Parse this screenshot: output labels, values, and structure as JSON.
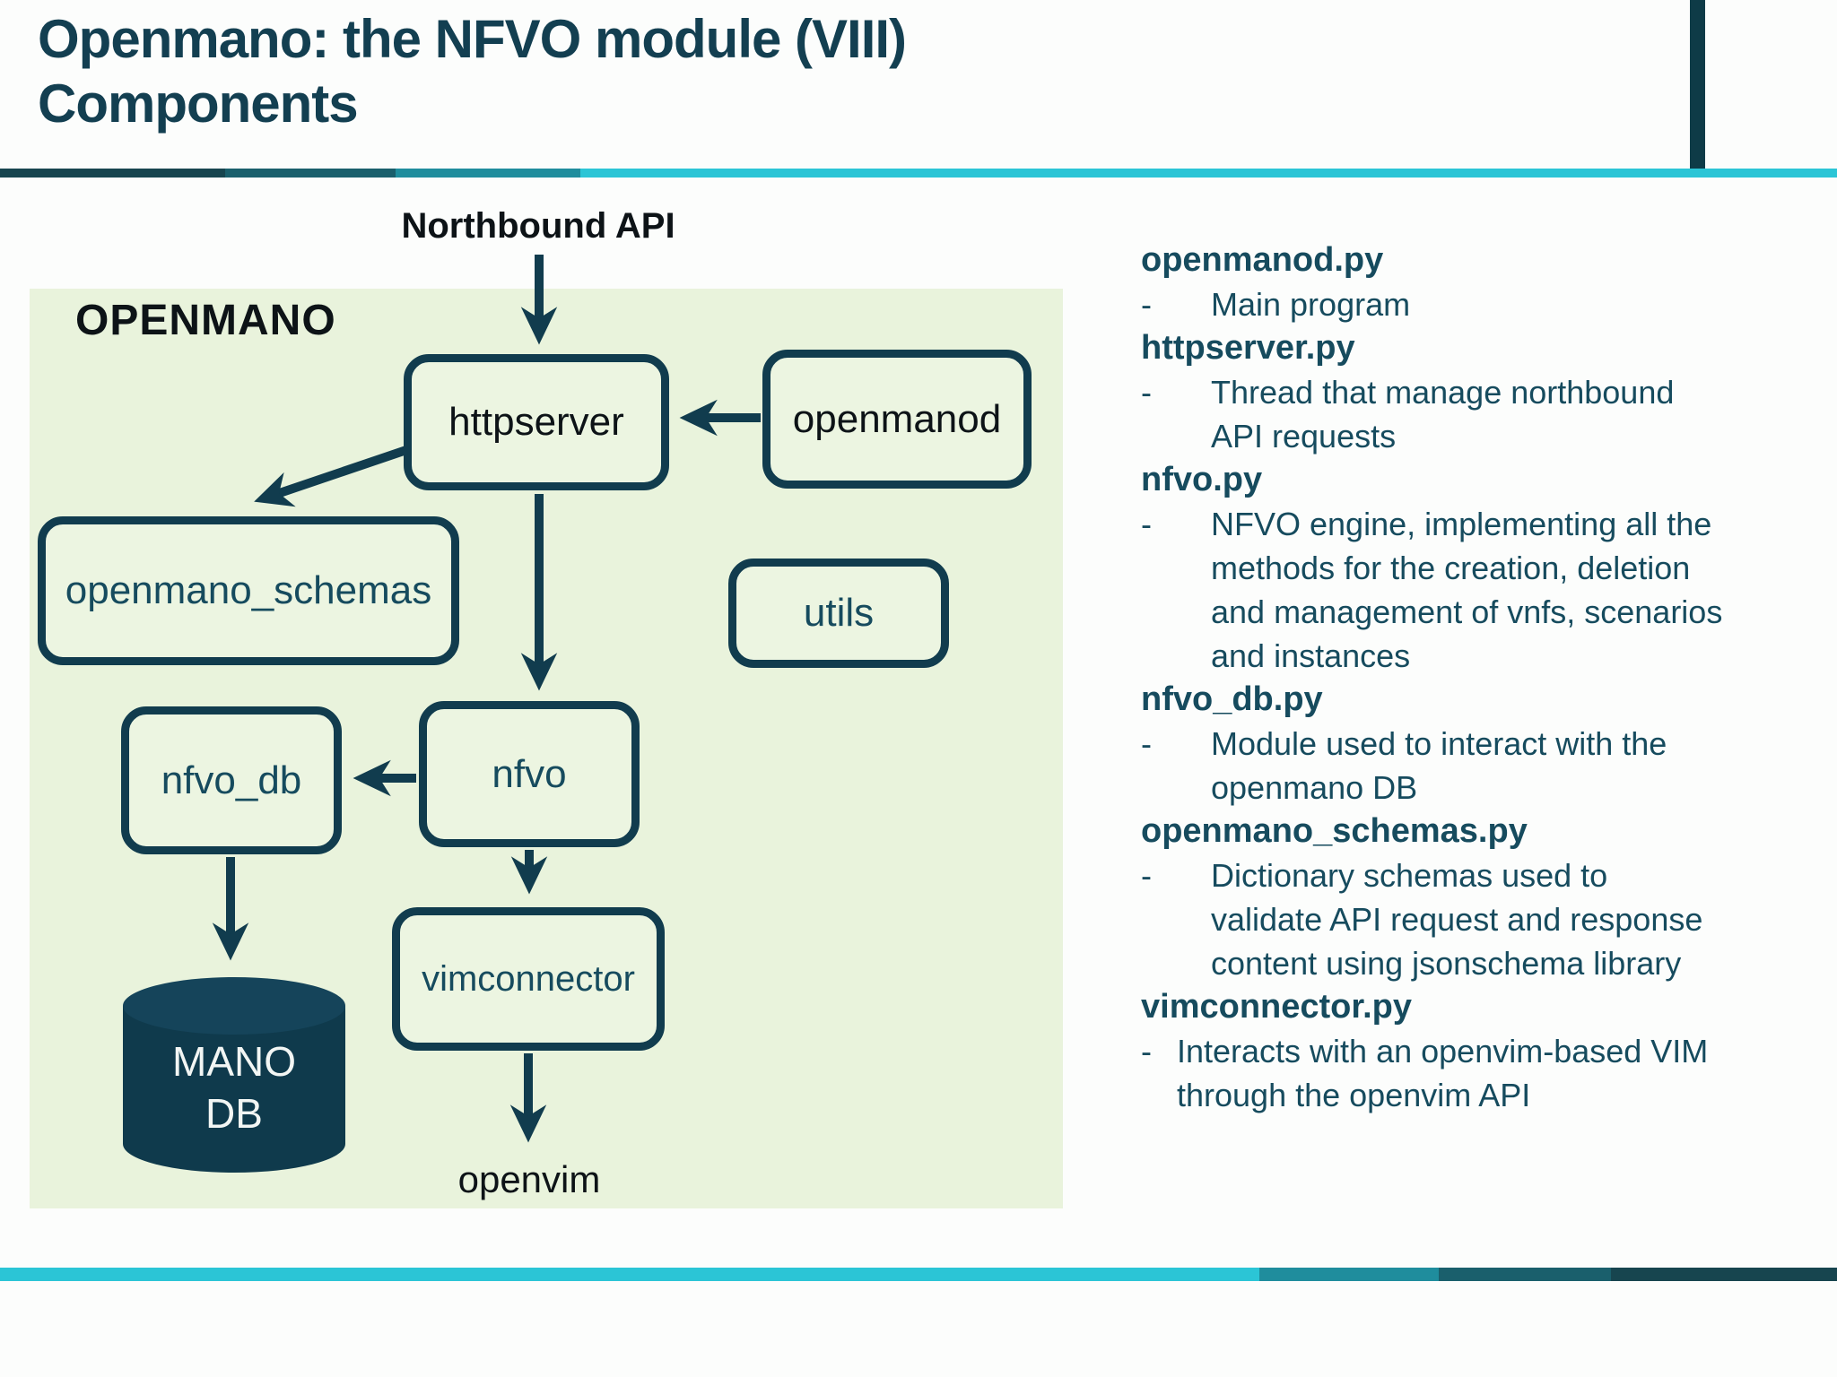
{
  "colors": {
    "ink": "#113c4e",
    "text": "#164b5e",
    "title": "#133f51",
    "panel": "#e9f3dc",
    "box-fill": "#ecf5e1",
    "cyan": "#2bc5d6",
    "teal-mid": "#1f8d9d",
    "teal": "#1a5f6c",
    "teal-dark": "#17454f",
    "accent-bar": "#0e3b47",
    "db-fill": "#0f3a4c",
    "db-top": "#15445a",
    "label-dark": "#0d1317",
    "db-text": "#f2f6f4"
  },
  "header": {
    "title_line1": "Openmano: the NFVO module (VIII)",
    "title_line2": "Components"
  },
  "diagram": {
    "panel_label": "OPENMANO",
    "northbound_label": "Northbound API",
    "openvim_label": "openvim",
    "nodes": {
      "httpserver": "httpserver",
      "openmanod": "openmanod",
      "schemas": "openmano_schemas",
      "utils": "utils",
      "nfvo_db": "nfvo_db",
      "nfvo": "nfvo",
      "vimconnector": "vimconnector"
    },
    "db": {
      "line1": "MANO",
      "line2": "DB"
    }
  },
  "bullet_char": "-",
  "descriptions": [
    {
      "file": "openmanod.py",
      "lines": [
        "Main program"
      ]
    },
    {
      "file": "httpserver.py",
      "lines": [
        "Thread that manage northbound",
        "API requests"
      ]
    },
    {
      "file": "nfvo.py",
      "lines": [
        "NFVO engine, implementing all the",
        "methods for the creation, deletion",
        "and management of vnfs, scenarios",
        "and instances"
      ]
    },
    {
      "file": "nfvo_db.py",
      "lines": [
        "Module used to interact with the",
        "openmano DB"
      ]
    },
    {
      "file": "openmano_schemas.py",
      "lines": [
        "Dictionary schemas used to",
        "validate API request and response",
        "content using jsonschema library"
      ]
    },
    {
      "file": "vimconnector.py",
      "lines": [
        "Interacts with an openvim-based VIM",
        "through the openvim API"
      ],
      "narrow_indent": true
    }
  ]
}
